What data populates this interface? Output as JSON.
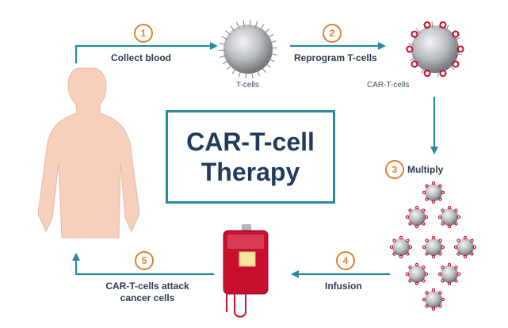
{
  "title_lines": [
    "CAR-T-cell",
    "Therapy"
  ],
  "steps": [
    {
      "number": "1",
      "label": "Collect blood"
    },
    {
      "number": "2",
      "label": "Reprogram T-cells"
    },
    {
      "number": "3",
      "label": "Multiply"
    },
    {
      "number": "4",
      "label": "Infusion"
    },
    {
      "number": "5",
      "label": "CAR-T-cells attack",
      "label2": "cancer cells"
    }
  ],
  "cell_labels": {
    "tcell": "T-cells",
    "cart": "CAR-T-cells"
  },
  "colors": {
    "arrow": "#2b8b9a",
    "step_circle": "#e07f2c",
    "text": "#2a3b52",
    "receptor": "#c8102e",
    "bag": "#c8102e",
    "body": "#f6d0bc"
  }
}
